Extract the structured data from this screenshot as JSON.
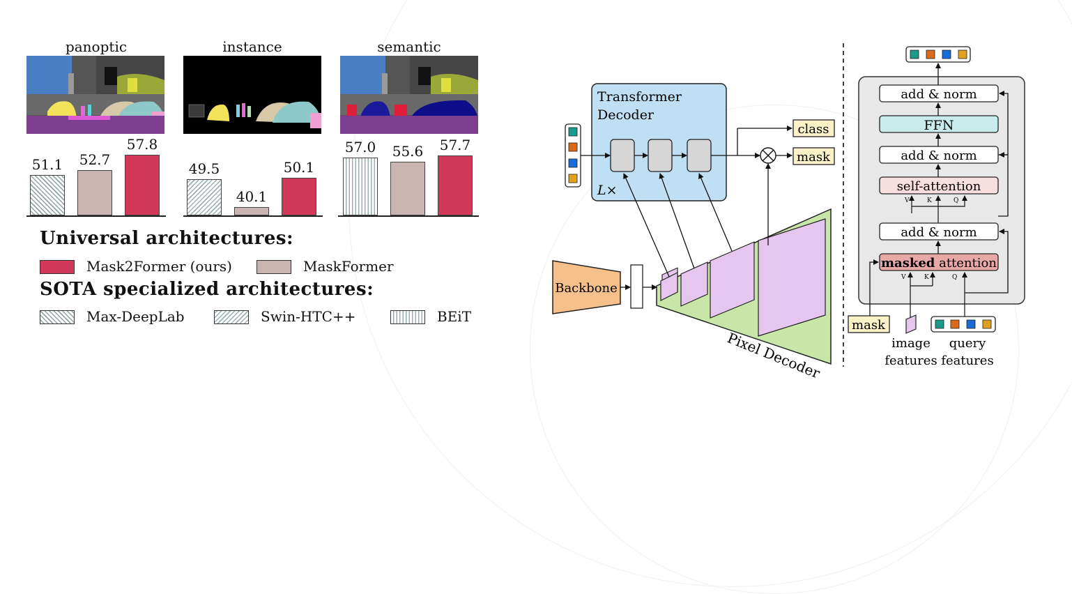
{
  "panels": [
    {
      "title": "panoptic",
      "values": [
        "51.1",
        "52.7",
        "57.8"
      ]
    },
    {
      "title": "instance",
      "values": [
        "49.5",
        "40.1",
        "50.1"
      ]
    },
    {
      "title": "semantic",
      "values": [
        "57.0",
        "55.6",
        "57.7"
      ]
    }
  ],
  "legend": {
    "universal_title": "Universal architectures:",
    "mask2former": "Mask2Former (ours)",
    "maskformer": "MaskFormer",
    "sota_title": "SOTA specialized architectures:",
    "maxdeeplab": "Max-DeepLab",
    "swin": "Swin-HTC++",
    "beit": "BEiT"
  },
  "diagram": {
    "transformer_decoder_1": "Transformer",
    "transformer_decoder_2": "Decoder",
    "lx": "L×",
    "class": "class",
    "mask": "mask",
    "backbone": "Backbone",
    "pixel_decoder": "Pixel Decoder"
  },
  "block": {
    "add_norm": "add & norm",
    "ffn": "FFN",
    "self_attention": "self-attention",
    "masked_bold": "masked",
    "attention": " attention",
    "mask_input": "mask",
    "image_features_1": "image",
    "image_features_2": "features",
    "query_features_1": "query",
    "query_features_2": "features",
    "v": "V",
    "k": "K",
    "q": "Q"
  },
  "colors": {
    "mask2former": "#d2385a",
    "maskformer": "#c8b4b0",
    "transformer_bg": "#bfe0f4",
    "pixel_decoder_bg": "#c8e6a8",
    "backbone_bg": "#f6c08c",
    "feature_map": "#e6c6ee",
    "ffn": "#c8ecec",
    "self_attention": "#f8dede",
    "masked_attention": "#e8a8a8",
    "label_box": "#fbf2c8"
  }
}
